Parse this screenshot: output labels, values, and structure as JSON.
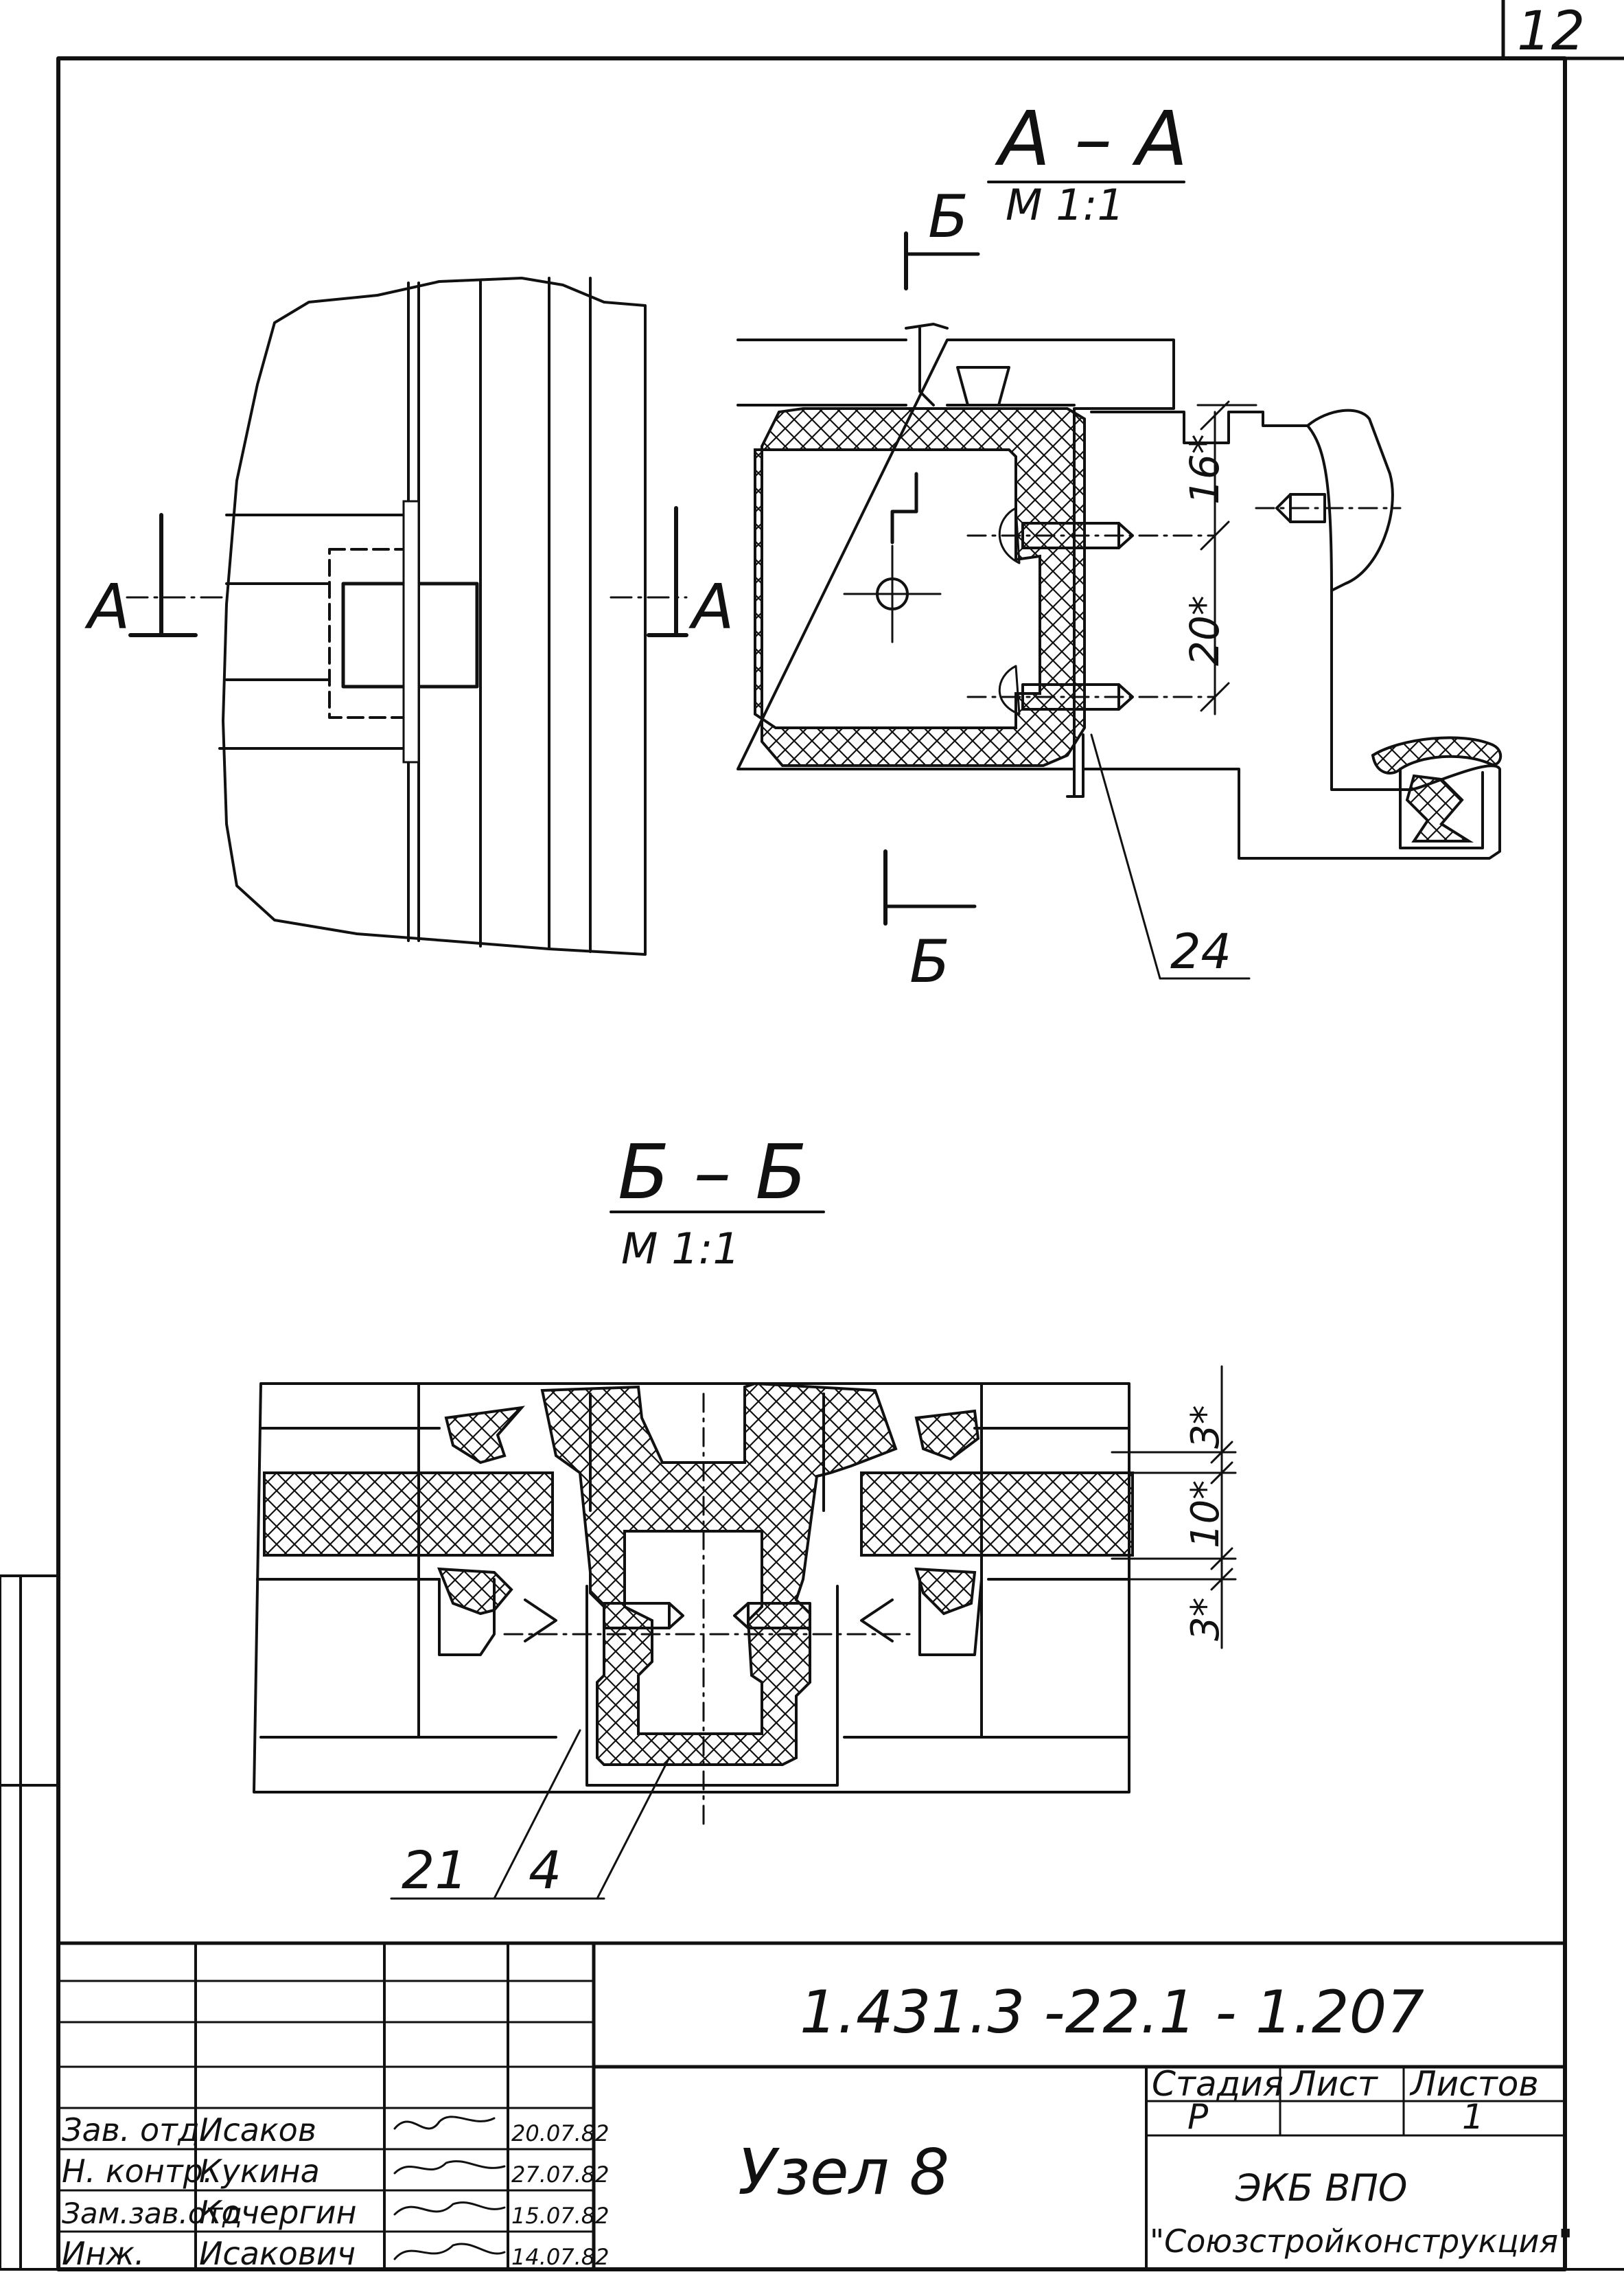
{
  "sheet_number": "12",
  "section_aa": {
    "title": "А – А",
    "scale": "М 1:1",
    "cut_label": "Б"
  },
  "section_bb": {
    "title": "Б – Б",
    "scale": "М 1:1"
  },
  "plan_view": {
    "cut_label": "А"
  },
  "dimensions": {
    "aa_upper": "16*",
    "aa_lower": "20*",
    "bb_top": "3*",
    "bb_mid": "10*",
    "bb_bottom": "3*"
  },
  "leaders": {
    "aa_item": "24",
    "bb_item_left": "21",
    "bb_item_right": "4"
  },
  "title_block": {
    "designation": "1.431.3 -22.1 - 1.207",
    "drawing_name": "Узел 8",
    "stage_header": "Стадия",
    "sheet_header": "Лист",
    "sheets_header": "Листов",
    "stage_value": "Р",
    "sheet_value": "",
    "sheets_value": "1",
    "organization_line1": "ЭКБ ВПО",
    "organization_line2": "\"Союзстройконструкция\"",
    "signatures": [
      {
        "role": "Зав. отд.",
        "name": "Исаков",
        "date": "20.07.82"
      },
      {
        "role": "Н. контр.",
        "name": "Кукина",
        "date": "27.07.82"
      },
      {
        "role": "Зам.зав.отд",
        "name": "Кочергин",
        "date": "15.07.82"
      },
      {
        "role": "Инж.",
        "name": "Исакович",
        "date": "14.07.82"
      }
    ]
  }
}
